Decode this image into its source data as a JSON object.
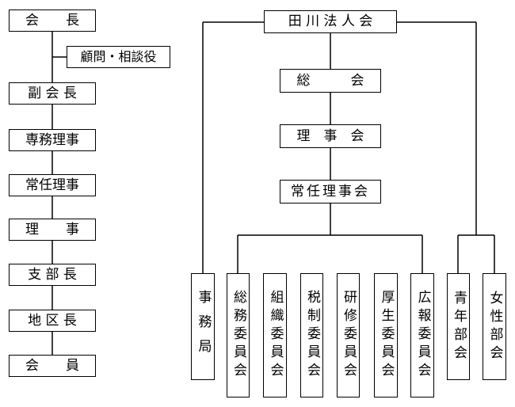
{
  "left_chain": {
    "president": "会　　長",
    "advisor": "顧問・相談役",
    "vice_president": "副 会 長",
    "executive_director": "専務理事",
    "standing_director": "常任理事",
    "director": "理　　事",
    "branch_head": "支 部 長",
    "district_head": "地 区 長",
    "member": "会　　員"
  },
  "right_tree": {
    "org": "田 川 法 人 会",
    "general_assembly": "総　　　会",
    "board": "理　事　会",
    "standing_board": "常任理事会",
    "secretariat": "事務局",
    "committees": [
      "総務委員会",
      "組織委員会",
      "税制委員会",
      "研修委員会",
      "厚生委員会",
      "広報委員会"
    ],
    "youth": "青年部会",
    "women": "女性部会"
  }
}
